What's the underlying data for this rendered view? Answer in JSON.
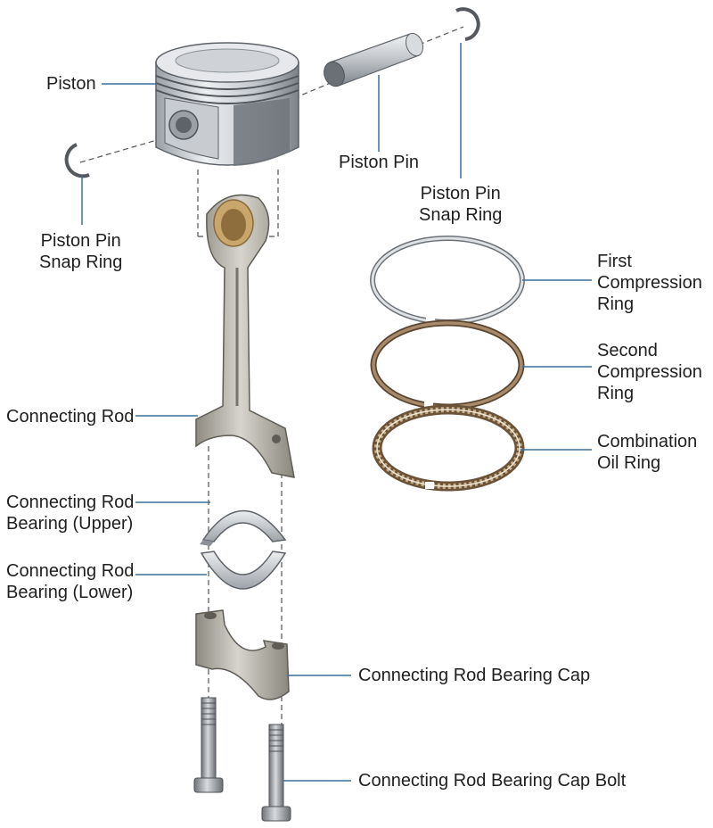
{
  "labels": {
    "piston": "Piston",
    "piston_pin": "Piston Pin",
    "snap_ring_right": [
      "Piston Pin",
      "Snap Ring"
    ],
    "snap_ring_left": [
      "Piston Pin",
      "Snap Ring"
    ],
    "first_compression_ring": [
      "First",
      "Compression",
      "Ring"
    ],
    "second_compression_ring": [
      "Second",
      "Compression",
      "Ring"
    ],
    "combination_oil_ring": [
      "Combination",
      "Oil Ring"
    ],
    "connecting_rod": "Connecting Rod",
    "bearing_upper": [
      "Connecting Rod",
      "Bearing (Upper)"
    ],
    "bearing_lower": [
      "Connecting Rod",
      "Bearing (Lower)"
    ],
    "bearing_cap": "Connecting Rod Bearing Cap",
    "bearing_cap_bolt": "Connecting Rod Bearing Cap Bolt"
  },
  "colors": {
    "leader": "#3c6f98",
    "metal_light": "#e4e6e9",
    "metal_mid": "#b7bcc2",
    "metal_dark": "#6b7076",
    "rod": "#b9b7ae",
    "rod_dark": "#8e8b82",
    "bushing": "#c9a66b",
    "ring_brown": "#8a6a4a"
  }
}
